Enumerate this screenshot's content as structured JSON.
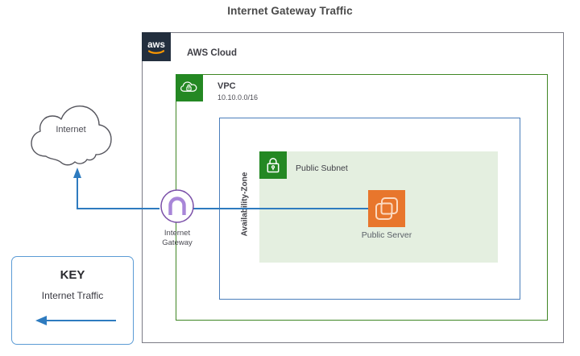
{
  "title": "Internet Gateway Traffic",
  "colors": {
    "aws_navy": "#232f3e",
    "vpc_green": "#248823",
    "vpc_border_green": "#3f8624",
    "subnet_fill": "#e4efe0",
    "az_border_blue": "#4a7ebb",
    "cloud_border_gray": "#7b7b85",
    "server_orange": "#e8762c",
    "gateway_purple": "#8c64c8",
    "traffic_blue": "#2e7bbf",
    "key_border_blue": "#5b9bd5"
  },
  "groups": {
    "aws_cloud": {
      "label": "AWS Cloud",
      "icon": "aws-logo-icon",
      "logo_text": "aws"
    },
    "vpc": {
      "label": "VPC",
      "cidr": "10.10.0.0/16",
      "icon": "vpc-cloud-lock-icon"
    },
    "availability_zone": {
      "label": "Availability-Zone"
    },
    "public_subnet": {
      "label": "Public Subnet",
      "icon": "subnet-lock-icon"
    }
  },
  "nodes": {
    "internet": {
      "label": "Internet",
      "icon": "cloud-icon"
    },
    "internet_gateway": {
      "label_line1": "Internet",
      "label_line2": "Gateway",
      "icon": "internet-gateway-icon"
    },
    "public_server": {
      "label": "Public Server",
      "icon": "ec2-instance-icon"
    }
  },
  "key": {
    "title": "KEY",
    "items": [
      {
        "label": "Internet Traffic",
        "icon": "left-arrow-icon"
      }
    ]
  }
}
